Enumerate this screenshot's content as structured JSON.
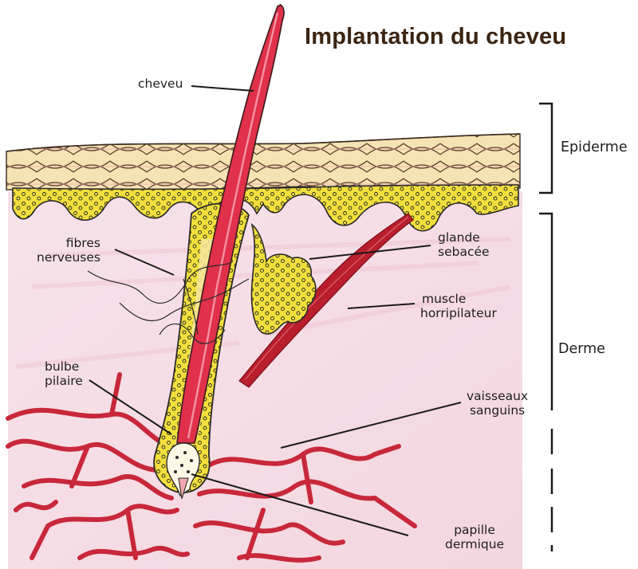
{
  "title": "Implantation du cheveu",
  "labels": {
    "cheveu": "cheveu",
    "fibres_nerveuses": [
      "fibres",
      "nerveuses"
    ],
    "glande_sebacee": [
      "glande",
      "sebacée"
    ],
    "muscle_horripilateur": [
      "muscle",
      "horripilateur"
    ],
    "bulbe_pilaire": [
      "bulbe",
      "pilaire"
    ],
    "vaisseaux_sanguins": [
      "vaisseaux",
      "sanguins"
    ],
    "papille_dermique": [
      "papille",
      "dermique"
    ]
  },
  "sections": {
    "epiderme": "Epiderme",
    "derme": "Derme"
  },
  "colors": {
    "title": "#3b2412",
    "hair": "#e0304a",
    "gland_yellow": "#f2df3c",
    "skin_pink": "#f5dde4",
    "muscle": "#b81e2c",
    "vessels": "#c8283a",
    "outline": "#1a1a1a"
  }
}
